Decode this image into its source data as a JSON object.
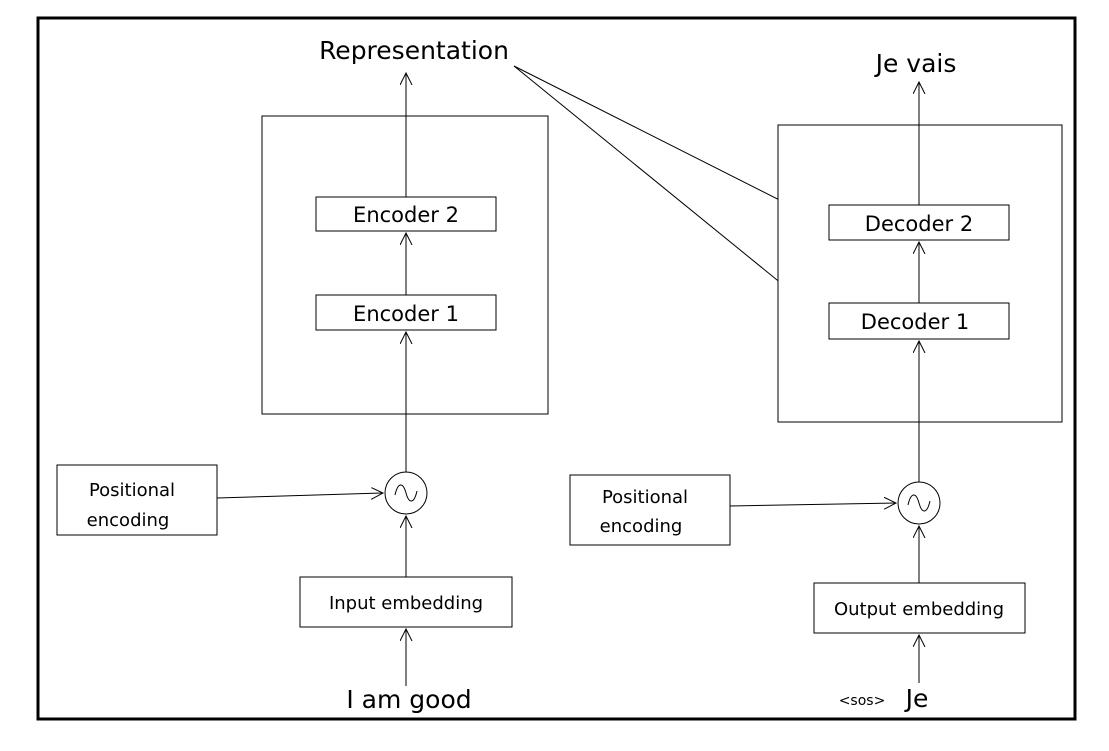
{
  "encoder": {
    "output_label": "Representation",
    "blocks": [
      "Encoder 2",
      "Encoder 1"
    ],
    "positional_encoding": [
      "Positional",
      "encoding"
    ],
    "embedding": "Input embedding",
    "input": "I am good"
  },
  "decoder": {
    "output_label": "Je vais",
    "blocks": [
      "Decoder 2",
      "Decoder 1"
    ],
    "positional_encoding": [
      "Positional",
      "encoding"
    ],
    "embedding": "Output embedding",
    "input_token": "<sos>",
    "input_word": "Je"
  }
}
